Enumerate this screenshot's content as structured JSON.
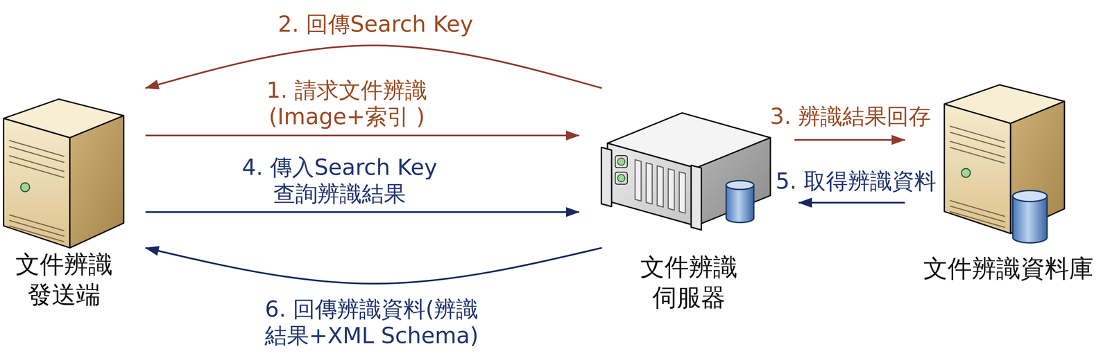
{
  "diagram": {
    "nodes": [
      {
        "text": [
          "文件辨識 發送端"
        ]
      },
      {
        "text": [
          "文件辨識 伺服器"
        ]
      },
      {
        "text": [
          "文件辨識資料庫"
        ]
      }
    ],
    "edges": [
      {
        "from": 0,
        "to": 1,
        "label": "1. 請求文件辨識 (Image+索引 )",
        "arrow": "to"
      },
      {
        "from": 1,
        "to": 0,
        "label": "2. 回傳Search Key",
        "arrow": "to"
      },
      {
        "from": 1,
        "to": 2,
        "label": "3. 辨識結果回存",
        "arrow": "to"
      },
      {
        "from": 0,
        "to": 1,
        "label": "4. 傳入Search Key 查詢辨識結果",
        "arrow": "to"
      },
      {
        "from": 2,
        "to": 1,
        "label": "5. 取得辨識資料",
        "arrow": "to"
      },
      {
        "from": 1,
        "to": 0,
        "label": "6. 回傳辨識資料(辨識 結果+XML Schema)",
        "arrow": "to"
      }
    ]
  }
}
